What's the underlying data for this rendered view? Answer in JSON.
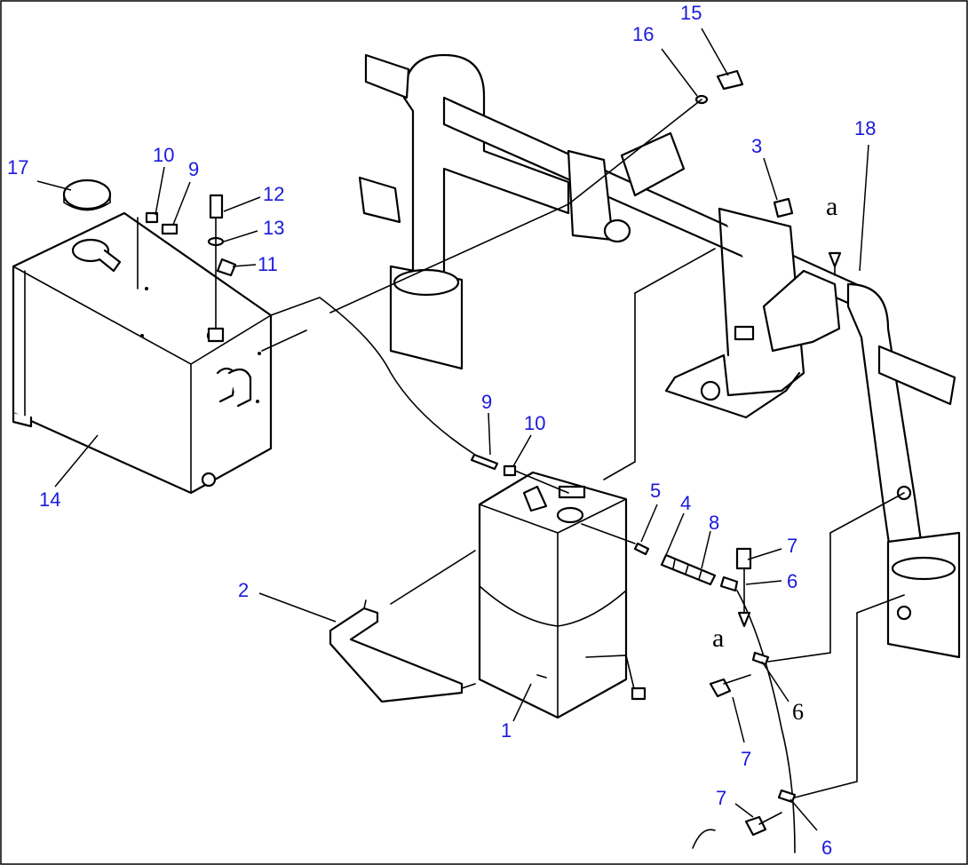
{
  "callouts": [
    {
      "id": "c1",
      "text": "1"
    },
    {
      "id": "c2",
      "text": "2"
    },
    {
      "id": "c3",
      "text": "3"
    },
    {
      "id": "c4",
      "text": "4"
    },
    {
      "id": "c5",
      "text": "5"
    },
    {
      "id": "c6a",
      "text": "6"
    },
    {
      "id": "c6b",
      "text": "6"
    },
    {
      "id": "c6c",
      "text": "6"
    },
    {
      "id": "c7a",
      "text": "7"
    },
    {
      "id": "c7b",
      "text": "7"
    },
    {
      "id": "c7c",
      "text": "7"
    },
    {
      "id": "c8",
      "text": "8"
    },
    {
      "id": "c9a",
      "text": "9"
    },
    {
      "id": "c9b",
      "text": "9"
    },
    {
      "id": "c10a",
      "text": "10"
    },
    {
      "id": "c10b",
      "text": "10"
    },
    {
      "id": "c11",
      "text": "11"
    },
    {
      "id": "c12",
      "text": "12"
    },
    {
      "id": "c13",
      "text": "13"
    },
    {
      "id": "c14",
      "text": "14"
    },
    {
      "id": "c15",
      "text": "15"
    },
    {
      "id": "c16",
      "text": "16"
    },
    {
      "id": "c17",
      "text": "17"
    },
    {
      "id": "c18",
      "text": "18"
    }
  ],
  "view_marks": {
    "top": "a",
    "bottom": "a"
  }
}
